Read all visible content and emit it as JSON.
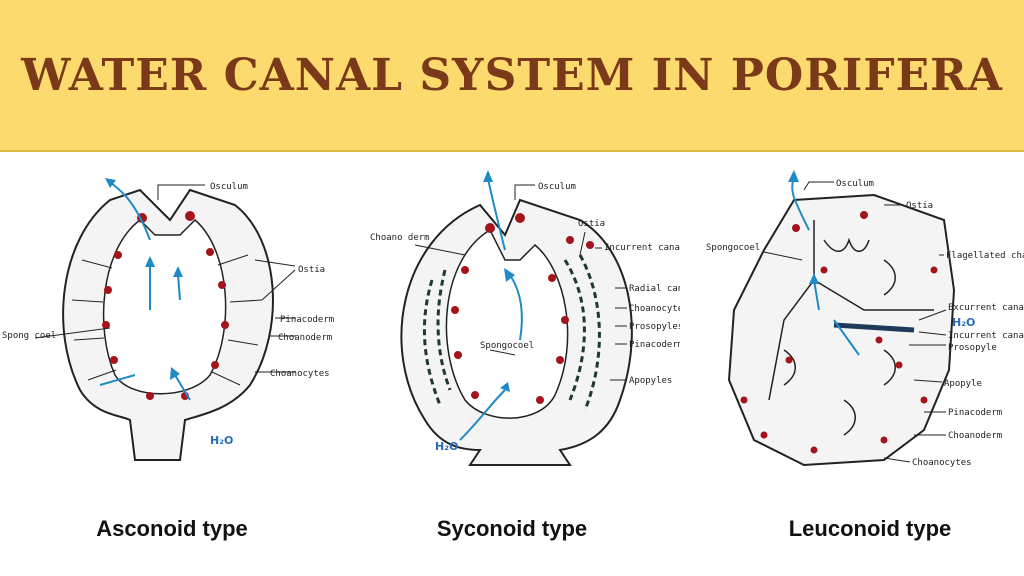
{
  "title": "WATER CANAL SYSTEM IN PORIFERA",
  "asconoid": {
    "caption": "Asconoid type",
    "labels": {
      "osculum": "Osculum",
      "ostia": "Ostia",
      "pinacoderm": "Pinacoderm",
      "choanoderm": "Choanoderm",
      "choanocytes": "Choanocytes",
      "spongocoel": "Spong coel",
      "h2o": "H₂O"
    }
  },
  "syconoid": {
    "caption": "Syconoid type",
    "labels": {
      "osculum": "Osculum",
      "ostia": "Ostia",
      "choanoderm": "Choano derm",
      "incurrent": "Incurrent canal",
      "radial": "Radial canal",
      "choanocytes": "Choanocytes",
      "prosopyles": "Prosopyles",
      "pinacoderm": "Pinacoderm",
      "apopyles": "Apopyles",
      "spongocoel": "Spongocoel",
      "h2o": "H₂O"
    }
  },
  "leuconoid": {
    "caption": "Leuconoid type",
    "labels": {
      "osculum": "Osculum",
      "ostia": "Ostia",
      "spongocoel": "Spongocoel",
      "flagellated": "Flagellated chamber",
      "excurrent": "Excurrent canal",
      "incurrent": "Incurrent canal",
      "prosopyle": "Prosopyle",
      "apopyle": "Apopyle",
      "pinacoderm": "Pinacoderm",
      "choanoderm": "Choanoderm",
      "choanocytes": "Choanocytes",
      "h2o": "H₂O"
    }
  },
  "colors": {
    "banner": "#fdda6e",
    "title": "#7a3a1a",
    "water_arrow": "#1f8ac7",
    "choanocyte": "#a3151b"
  }
}
